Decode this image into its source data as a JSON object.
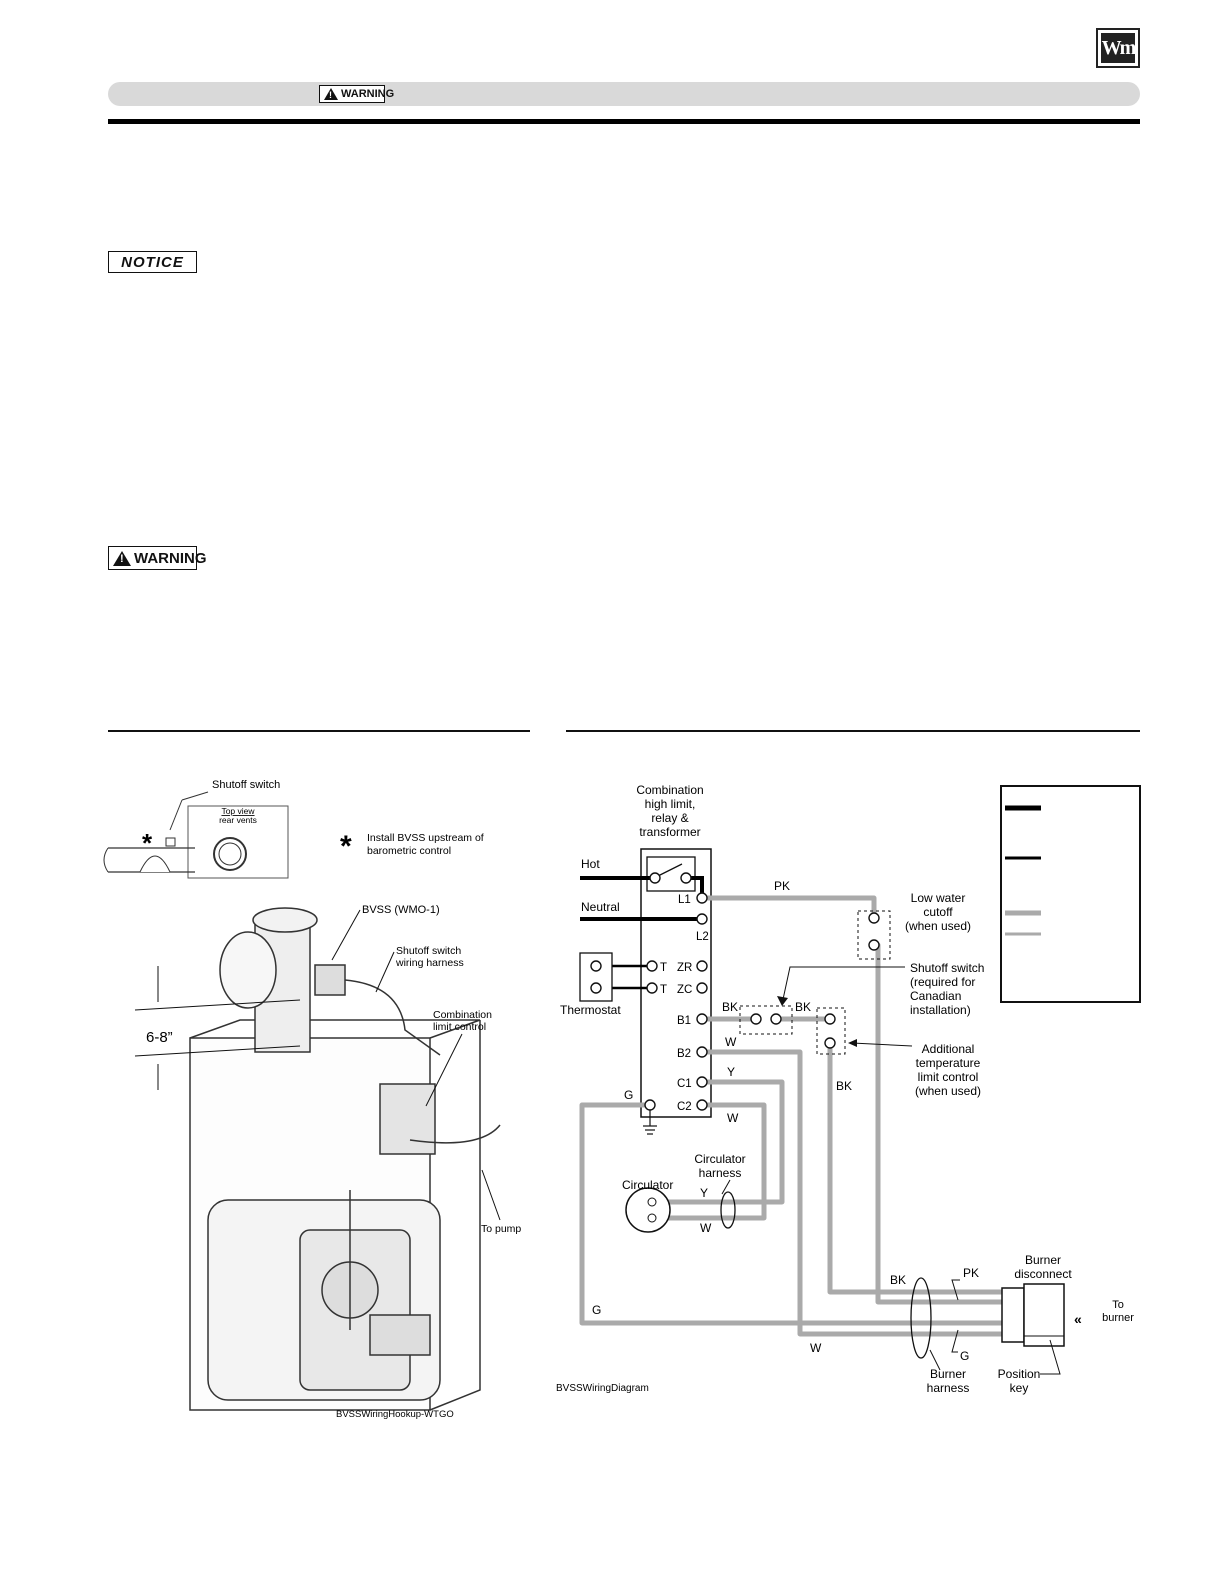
{
  "header": {
    "logo_text": "Wm",
    "banner_warning_label": "WARNING"
  },
  "notice_label": "NOTICE",
  "warning_label": "WARNING",
  "figure_left": {
    "label_shutoff_switch": "Shutoff switch",
    "label_top_view": "Top view",
    "label_rear_vents": "rear vents",
    "asterisk": "*",
    "label_install_bvss_1": "Install BVSS upstream of",
    "label_install_bvss_2": "barometric control",
    "label_bvss": "BVSS (WMO-1)",
    "label_harness_1": "Shutoff switch",
    "label_harness_2": "wiring harness",
    "label_height": "6-8”",
    "label_comb_1": "Combination",
    "label_comb_2": "limit control",
    "label_to_pump": "To pump",
    "caption": "BVSSWiringHookup-WTGO"
  },
  "figure_right": {
    "comb_title": [
      "Combination",
      "high limit,",
      "relay &",
      "transformer"
    ],
    "hot": "Hot",
    "neutral": "Neutral",
    "thermostat": "Thermostat",
    "terminals": {
      "l1": "L1",
      "l2": "L2",
      "t1": "T",
      "t2": "T",
      "zr": "ZR",
      "zc": "ZC",
      "b1": "B1",
      "b2": "B2",
      "c1": "C1",
      "c2": "C2"
    },
    "wire_pk": "PK",
    "wire_bk": "BK",
    "wire_w": "W",
    "wire_y": "Y",
    "wire_g": "G",
    "low_water": [
      "Low water",
      "cutoff",
      "(when used)"
    ],
    "shutoff": [
      "Shutoff switch",
      "(required for",
      "Canadian",
      "installation)"
    ],
    "additional": [
      "Additional",
      "temperature",
      "limit control",
      "(when used)"
    ],
    "circulator": "Circulator",
    "circ_harness": [
      "Circulator",
      "harness"
    ],
    "burner_disconnect": [
      "Burner",
      "disconnect"
    ],
    "to_burner": [
      "To",
      "burner"
    ],
    "burner_harness": [
      "Burner",
      "harness"
    ],
    "position_key": [
      "Position",
      "key"
    ],
    "caption": "BVSSWiringDiagram"
  }
}
